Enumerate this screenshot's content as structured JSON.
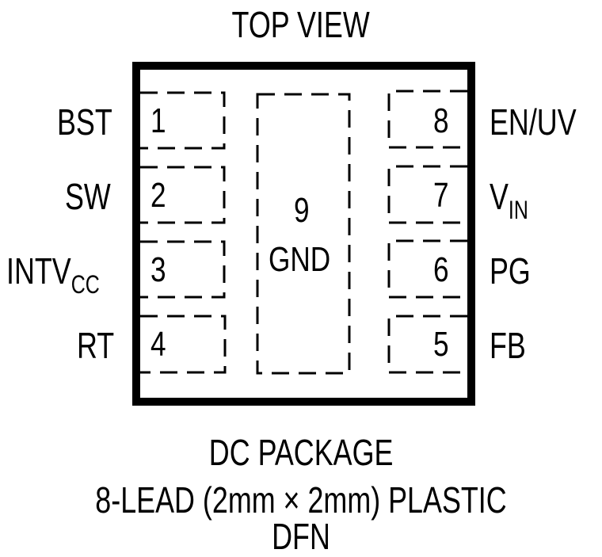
{
  "title": "TOP VIEW",
  "package": {
    "name": "DC PACKAGE",
    "description": "8-LEAD (2mm × 2mm) PLASTIC DFN"
  },
  "pins_left": [
    {
      "number": "1",
      "name": "BST",
      "sub": ""
    },
    {
      "number": "2",
      "name": "SW",
      "sub": ""
    },
    {
      "number": "3",
      "name": "INTV",
      "sub": "CC"
    },
    {
      "number": "4",
      "name": "RT",
      "sub": ""
    }
  ],
  "pins_right": [
    {
      "number": "8",
      "name": "EN/UV",
      "sub": ""
    },
    {
      "number": "7",
      "name": "V",
      "sub": "IN"
    },
    {
      "number": "6",
      "name": "PG",
      "sub": ""
    },
    {
      "number": "5",
      "name": "FB",
      "sub": ""
    }
  ],
  "exposed_pad": {
    "number": "9",
    "name": "GND"
  }
}
